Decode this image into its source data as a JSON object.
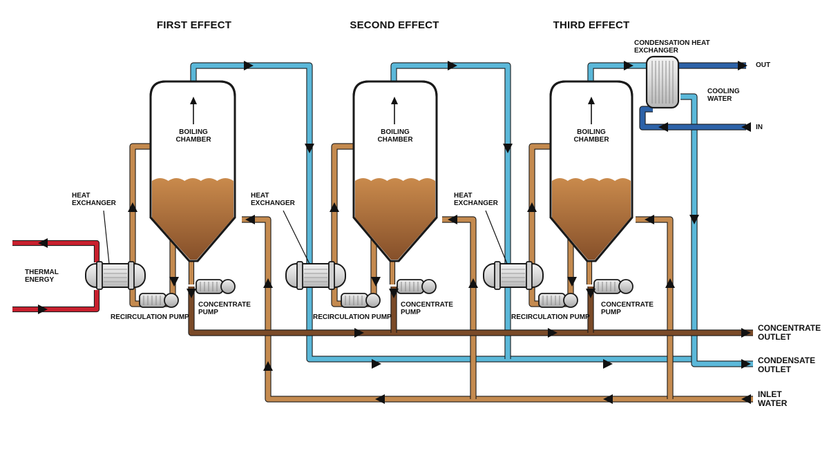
{
  "effects": [
    {
      "title": "FIRST EFFECT",
      "chamber": "BOILING\nCHAMBER"
    },
    {
      "title": "SECOND EFFECT",
      "chamber": "BOILING\nCHAMBER"
    },
    {
      "title": "THIRD EFFECT",
      "chamber": "BOILING\nCHAMBER"
    }
  ],
  "labels": {
    "heat_exchanger": "HEAT\nEXCHANGER",
    "recirculation_pump": "RECIRCULATION PUMP",
    "concentrate_pump": "CONCENTRATE\nPUMP",
    "thermal_energy": "THERMAL\nENERGY",
    "condensation_heat_exchanger": "CONDENSATION HEAT\nEXCHANGER",
    "cooling_water": "COOLING\nWATER",
    "out": "OUT",
    "in": "IN",
    "concentrate_outlet": "CONCENTRATE\nOUTLET",
    "condensate_outlet": "CONDENSATE\nOUTLET",
    "inlet_water": "INLET\nWATER"
  },
  "colors": {
    "steam": "#5bb8d9",
    "feed": "#c48a4f",
    "concentrate": "#7a4a28",
    "thermal": "#c8202e",
    "cooling": "#2c62a8",
    "liquid_top": "#c98a4c",
    "liquid_bottom": "#8a5428",
    "outline": "#1a1a1a",
    "equipment": "#e2e2e2"
  }
}
